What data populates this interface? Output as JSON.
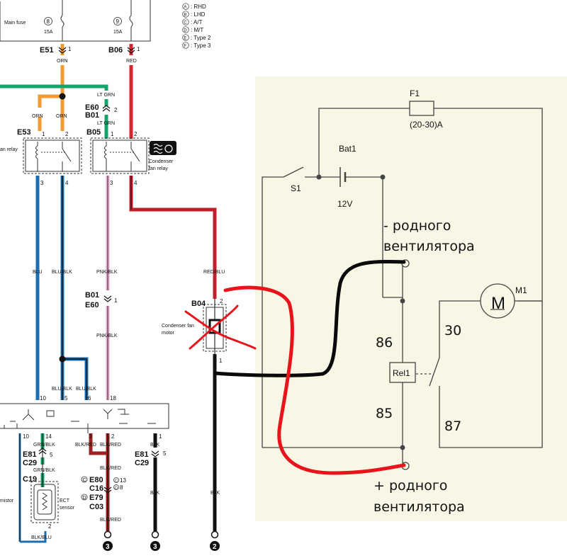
{
  "legend": [
    {
      "letter": "A",
      "text": ": RHD"
    },
    {
      "letter": "B",
      "text": ": LHD"
    },
    {
      "letter": "C",
      "text": ": A/T"
    },
    {
      "letter": "D",
      "text": ": M/T"
    },
    {
      "letter": "E",
      "text": ": Type 2"
    },
    {
      "letter": "F",
      "text": ": Type 3"
    }
  ],
  "left": {
    "main_fuse": "Main fuse",
    "fuse8": {
      "num": "8",
      "amp": "15A"
    },
    "fuse9": {
      "num": "9",
      "amp": "15A"
    },
    "e51": "E51",
    "e51_pin": "1",
    "b06": "B06",
    "b06_pin": "1",
    "orn": "ORN",
    "red": "RED",
    "lt_grn": "LT GRN",
    "e60": "E60",
    "b01": "B01",
    "conn_pin_2": "2",
    "e53": "E53",
    "b05": "B05",
    "pin1": "1",
    "pin2": "2",
    "pin3": "3",
    "pin4": "4",
    "fan_relay": "an relay",
    "condenser_fan_relay_1": "Condenser",
    "condenser_fan_relay_2": "fan relay",
    "blu": "BLU",
    "blu_blk": "BLU/BLK",
    "pnk_blk": "PNK/BLK",
    "red_blu": "RED/BLU",
    "b01b": "B01",
    "e60b": "E60",
    "pin1b": "1",
    "b04": "B04",
    "b04_pin2": "2",
    "b04_pin1": "1",
    "condenser_fan_motor_1": "Condenser fan",
    "condenser_fan_motor_2": "motor",
    "blu_blk2": "BLU/BLK",
    "ecm_pins": [
      "10",
      "5",
      "6",
      "18"
    ],
    "ecm_pins_bottom": [
      "10",
      "14",
      "3",
      "2",
      "1"
    ],
    "grn_blk": "GRN/BLK",
    "e81": "E81",
    "c29": "C29",
    "pin5": "5",
    "c19": "C19",
    "blk_red": "BLK/RED",
    "blk": "BLK",
    "e80": "E80",
    "c16": "C16",
    "e79": "E79",
    "c03": "C03",
    "c_mark": "C",
    "d_mark": "D",
    "n13": "13",
    "n8": "8",
    "ect_sensor_1": "ECT",
    "ect_sensor_2": "sensor",
    "mistor": "mistor",
    "blk_blu": "BLK/BLU",
    "pin2c": "2",
    "grounds": [
      "3",
      "3",
      "2"
    ]
  },
  "right": {
    "f1": "F1",
    "f1_rating": "(20-30)A",
    "bat1": "Bat1",
    "voltage": "12V",
    "s1": "S1",
    "m1": "M1",
    "motor_symbol": "M",
    "rel1": "Rel1",
    "pin86": "86",
    "pin85": "85",
    "pin30": "30",
    "pin87": "87",
    "minus_fan_1": "- родного",
    "minus_fan_2": "вентилятора",
    "plus_fan_1": "+ родного",
    "plus_fan_2": "вентилятора"
  },
  "colors": {
    "orange": "#f29a2e",
    "red": "#d9232e",
    "green": "#14a36b",
    "blue": "#1c6fb0",
    "pink": "#e7a9c9",
    "dark_red": "#a02020",
    "panel_bg": "#f8f7e6",
    "marker_red": "#e8141c",
    "marker_black": "#0a0a0a"
  }
}
